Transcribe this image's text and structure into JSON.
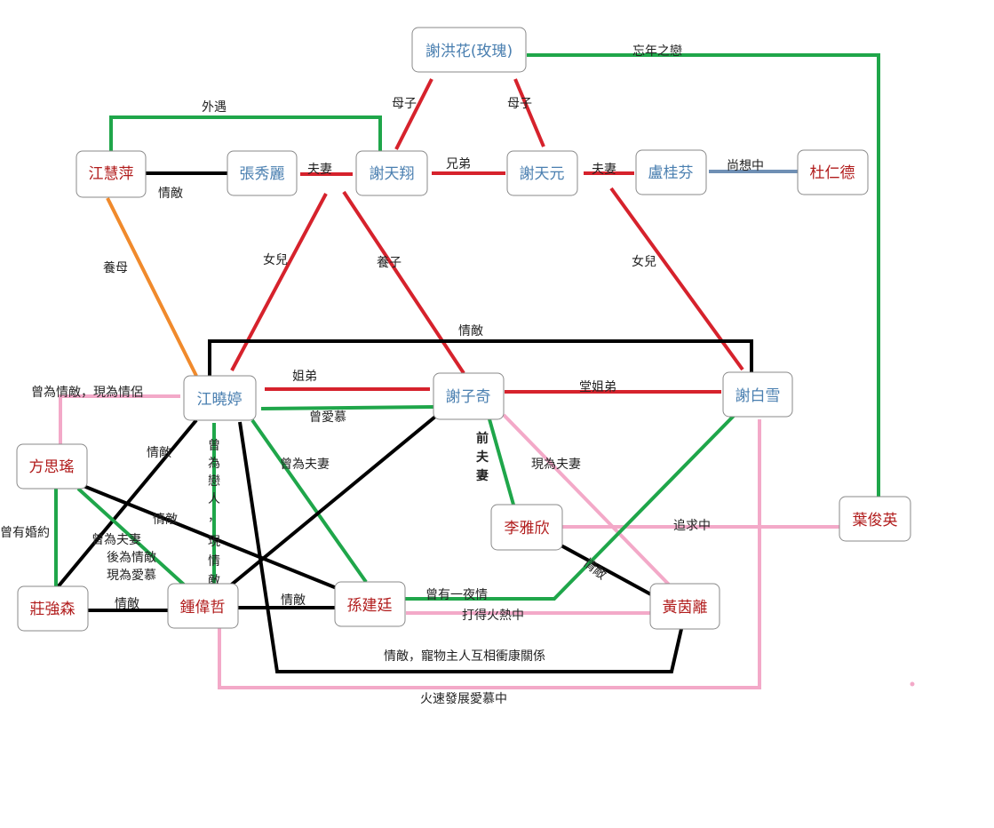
{
  "colors": {
    "red_rel": "#d6222c",
    "green_rel": "#1fa64a",
    "black_rel": "#000000",
    "pink_rel": "#f3a9c8",
    "orange_rel": "#f08a2c",
    "blue_rel": "#6f8fb4",
    "name_blue": "#4a7fb0",
    "name_red": "#b11c1c"
  },
  "nodes": [
    {
      "id": "xie_honghua",
      "label": "謝洪花(玫瑰)",
      "color": "name_blue"
    },
    {
      "id": "jiang_huiping",
      "label": "江慧萍",
      "color": "name_red"
    },
    {
      "id": "zhang_xiuli",
      "label": "張秀麗",
      "color": "name_blue"
    },
    {
      "id": "xie_tianxiang",
      "label": "謝天翔",
      "color": "name_blue"
    },
    {
      "id": "xie_tianyuan",
      "label": "謝天元",
      "color": "name_blue"
    },
    {
      "id": "lu_guifen",
      "label": "盧桂芬",
      "color": "name_blue"
    },
    {
      "id": "du_rende",
      "label": "杜仁德",
      "color": "name_red"
    },
    {
      "id": "jiang_xiaoting",
      "label": "江曉婷",
      "color": "name_blue"
    },
    {
      "id": "xie_ziqi",
      "label": "謝子奇",
      "color": "name_blue"
    },
    {
      "id": "xie_baixue",
      "label": "謝白雪",
      "color": "name_blue"
    },
    {
      "id": "fang_siyao",
      "label": "方思瑤",
      "color": "name_red"
    },
    {
      "id": "ye_junying",
      "label": "葉俊英",
      "color": "name_red"
    },
    {
      "id": "li_yaxin",
      "label": "李雅欣",
      "color": "name_red"
    },
    {
      "id": "zhuang_qiangsen",
      "label": "莊強森",
      "color": "name_red"
    },
    {
      "id": "zhong_weizhe",
      "label": "鍾偉哲",
      "color": "name_red"
    },
    {
      "id": "sun_jianting",
      "label": "孫建廷",
      "color": "name_red"
    },
    {
      "id": "huang_yinli",
      "label": "黃茵離",
      "color": "name_red"
    }
  ],
  "edges": [
    {
      "label": "母子",
      "color": "red_rel"
    },
    {
      "label": "母子",
      "color": "red_rel"
    },
    {
      "label": "忘年之戀",
      "color": "green_rel"
    },
    {
      "label": "外遇",
      "color": "green_rel"
    },
    {
      "label": "情敵",
      "color": "black_rel"
    },
    {
      "label": "夫妻",
      "color": "red_rel"
    },
    {
      "label": "兄弟",
      "color": "red_rel"
    },
    {
      "label": "夫妻",
      "color": "red_rel"
    },
    {
      "label": "尚想中",
      "color": "blue_rel"
    },
    {
      "label": "養母",
      "color": "orange_rel"
    },
    {
      "label": "女兒",
      "color": "red_rel"
    },
    {
      "label": "養子",
      "color": "red_rel"
    },
    {
      "label": "女兒",
      "color": "red_rel"
    },
    {
      "label": "情敵",
      "color": "black_rel"
    },
    {
      "label": "姐弟",
      "color": "red_rel"
    },
    {
      "label": "曾愛慕",
      "color": "green_rel"
    },
    {
      "label": "堂姐弟",
      "color": "red_rel"
    },
    {
      "label": "曾為情敵，現為情侶",
      "color": "pink_rel"
    },
    {
      "label": "情敵",
      "color": "black_rel"
    },
    {
      "label": "曾為戀人，現情敵",
      "color": "green_rel"
    },
    {
      "label": "曾為夫妻",
      "color": "green_rel"
    },
    {
      "label": "前夫妻",
      "color": "green_rel"
    },
    {
      "label": "現為夫妻",
      "color": "pink_rel"
    },
    {
      "label": "曾有婚約",
      "color": "green_rel"
    },
    {
      "label": "曾為夫妻後為情敵現為愛慕",
      "color": "green_rel"
    },
    {
      "label": "情敵",
      "color": "black_rel"
    },
    {
      "label": "追求中",
      "color": "pink_rel"
    },
    {
      "label": "情敵",
      "color": "black_rel"
    },
    {
      "label": "情敵",
      "color": "black_rel"
    },
    {
      "label": "情敵",
      "color": "black_rel"
    },
    {
      "label": "曾有一夜情",
      "color": "green_rel"
    },
    {
      "label": "打得火熱中",
      "color": "pink_rel"
    },
    {
      "label": "情敵，寵物主人互相衝康關係",
      "color": "black_rel"
    },
    {
      "label": "火速發展愛慕中",
      "color": "pink_rel"
    },
    {
      "label": "",
      "color": "black_rel"
    }
  ],
  "labels": {
    "remarried_l1": "曾為夫妻",
    "remarried_l2": "後為情敵",
    "remarried_l3": "現為愛慕",
    "zhongwei_v": [
      "曾",
      "為",
      "戀",
      "人",
      "，",
      "現",
      "情",
      "敵"
    ],
    "ziqi_v": [
      "前",
      "夫",
      "妻"
    ]
  }
}
